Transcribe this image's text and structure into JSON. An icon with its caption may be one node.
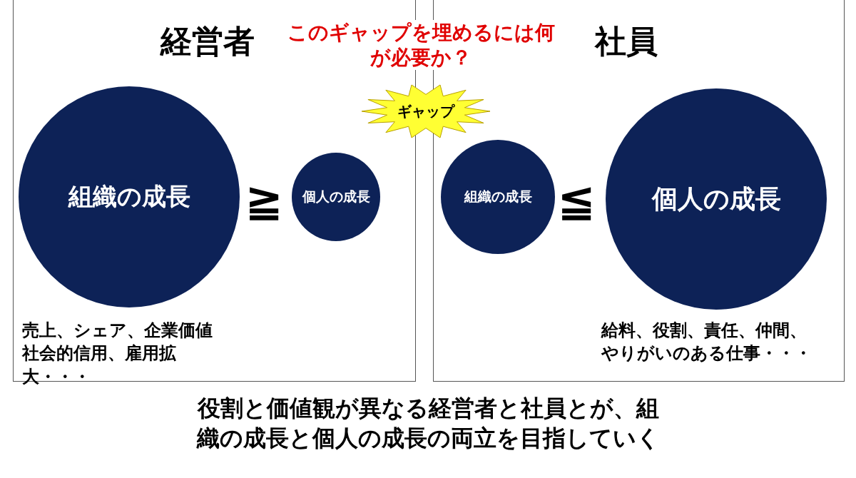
{
  "diagram": {
    "caption": "役割と価値観が異なる経営者と社員とが、組織の成長と個人の成長の両立を目指していく",
    "nodes": [
      {
        "text": [
          "経営者",
          "売上、シェア、企業価値社会的信用、雇用拡大・・・"
        ]
      },
      {
        "text": [
          "組織の成長"
        ],
        "in": 0
      },
      {
        "text": [
          "個人の成長"
        ],
        "in": 0
      },
      {
        "text": [
          "社員",
          "給料、役割、責任、仲間、やりがいのある仕事・・・"
        ]
      },
      {
        "text": [
          "組織の成長"
        ],
        "in": 3
      },
      {
        "text": [
          "個人の成長"
        ],
        "in": 3
      },
      {
        "text": [
          "ギャップ"
        ]
      }
    ],
    "edges": [],
    "labels": [
      "このギャップを埋めるには何が必要か？",
      "≧",
      "≦"
    ]
  }
}
